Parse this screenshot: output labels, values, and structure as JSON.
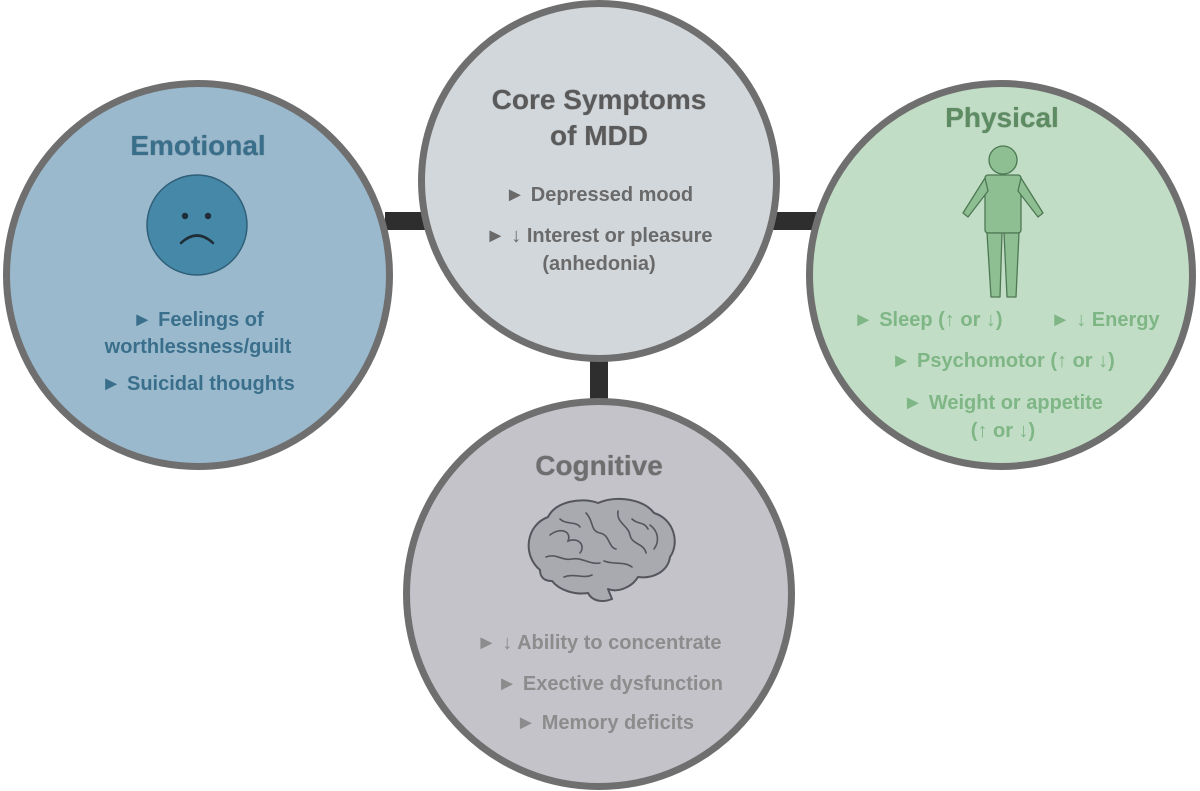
{
  "colors": {
    "emotional_fill": "#9bb9cd",
    "emotional_text": "#3a6f8c",
    "emotional_face": "#4688a8",
    "core_fill": "#d2d7db",
    "core_text": "#6a6a6a",
    "core_title": "#5a5a5a",
    "physical_fill": "#c2ddc5",
    "physical_text": "#7fb686",
    "physical_title": "#5d8c63",
    "physical_figure": "#8dbf93",
    "cognitive_fill": "#c5c3ca",
    "cognitive_text": "#8c8c8c",
    "cognitive_title": "#6e6e6e",
    "brain_fill": "#a9a9b0",
    "border": "#6f6f6f",
    "connector": "#2e2e2e"
  },
  "arrow_glyph": "►",
  "core": {
    "title_line1": "Core Symptoms",
    "title_line2": "of MDD",
    "items": [
      "Depressed mood",
      "↓ Interest or pleasure",
      "(anhedonia)"
    ]
  },
  "emotional": {
    "title": "Emotional",
    "icon": "sad-face-icon",
    "items": [
      "Feelings of",
      "worthlessness/guilt",
      "Suicidal thoughts"
    ]
  },
  "physical": {
    "title": "Physical",
    "icon": "person-figure-icon",
    "items": [
      "Sleep (↑ or ↓)",
      "↓ Energy",
      "Psychomotor (↑ or ↓)",
      "Weight or appetite",
      "(↑ or ↓)"
    ]
  },
  "cognitive": {
    "title": "Cognitive",
    "icon": "brain-icon",
    "items": [
      "↓ Ability to concentrate",
      "Exective dysfunction",
      "Memory deficits"
    ]
  }
}
